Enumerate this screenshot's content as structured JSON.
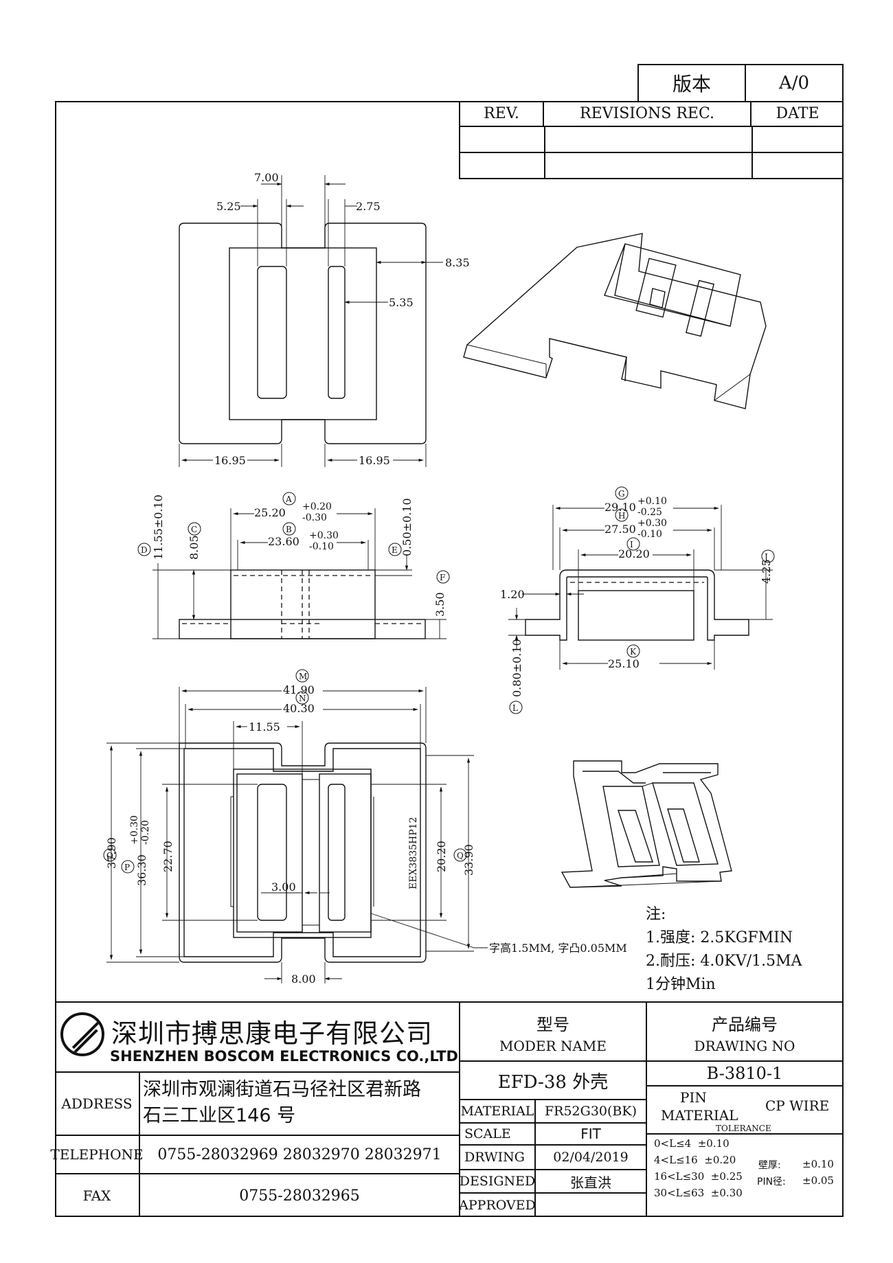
{
  "version_box": {
    "label": "版本",
    "value": "A/0"
  },
  "revision_table": {
    "col_rev": "REV.",
    "col_rec": "REVISIONS REC.",
    "col_date": "DATE"
  },
  "dims_top": {
    "d1": "7.00",
    "d2": "5.25",
    "d3": "2.75",
    "d4": "8.35",
    "d5": "5.35",
    "d6": "16.95",
    "d7": "16.95"
  },
  "dims_side": {
    "a": "25.20",
    "a_tol_up": "+0.20",
    "a_tol_dn": "-0.30",
    "b": "23.60",
    "b_tol_up": "+0.30",
    "b_tol_dn": "-0.10",
    "c": "11.55±0.10",
    "d": "8.05",
    "e": "0.50±0.10",
    "f": "3.50"
  },
  "dims_front": {
    "g": "29.10",
    "g_tol_up": "+0.10",
    "g_tol_dn": "-0.25",
    "h": "27.50",
    "h_tol_up": "+0.30",
    "h_tol_dn": "-0.10",
    "i": "20.20",
    "j": "4.25",
    "k": "1.20",
    "l": "25.10",
    "m": "0.80±0.10"
  },
  "dims_bottom": {
    "m": "41.90",
    "n": "40.30",
    "o": "11.55",
    "p": "37.90",
    "q": "36.30",
    "q_tol_up": "+0.30",
    "q_tol_dn": "-0.20",
    "r": "22.70",
    "s": "3.00",
    "t": "20.20",
    "u": "33.90",
    "v": "8.00",
    "marking": "EEX3835HP12",
    "marking_note": "字高1.5MM, 字凸0.05MM"
  },
  "callouts": [
    "A",
    "B",
    "C",
    "D",
    "E",
    "F",
    "G",
    "H",
    "I",
    "J",
    "K",
    "L",
    "M",
    "N",
    "O",
    "P",
    "Q"
  ],
  "notes": {
    "title": "注:",
    "l1": "1.强度: 2.5KGFMIN",
    "l2": "2.耐压: 4.0KV/1.5MA",
    "l3": "1分钟Min"
  },
  "company": {
    "name_cn": "深圳市搏思康电子有限公司",
    "name_en": "SHENZHEN BOSCOM ELECTRONICS CO.,LTD"
  },
  "address": {
    "label": "ADDRESS",
    "line1": "深圳市观澜街道石马径社区君新路",
    "line2": "石三工业区146 号"
  },
  "telephone": {
    "label": "TELEPHONE",
    "value": "0755-28032969 28032970 28032971"
  },
  "fax": {
    "label": "FAX",
    "value": "0755-28032965"
  },
  "model": {
    "label_cn": "型号",
    "label_en": "MODER NAME",
    "value": "EFD-38 外壳"
  },
  "drawing_no": {
    "label_cn": "产品编号",
    "label_en": "DRAWING NO",
    "value": "B-3810-1"
  },
  "material": {
    "label": "MATERIAL",
    "value": "FR52G30(BK)"
  },
  "scale": {
    "label": "SCALE",
    "value": "FIT"
  },
  "drwing": {
    "label": "DRWING",
    "value": "02/04/2019"
  },
  "designed": {
    "label": "DESIGNED",
    "value": "张直洪"
  },
  "approved": {
    "label": "APPROVED",
    "value": ""
  },
  "pin_material": {
    "label_1": "PIN",
    "label_2": "MATERIAL",
    "value": "CP WIRE"
  },
  "tolerance": {
    "label": "TOLERANCE",
    "rows": [
      "0<L≤4  ±0.10",
      "4<L≤16  ±0.20",
      "16<L≤30  ±0.25",
      "30<L≤63  ±0.30"
    ],
    "wall_label": "壁厚:",
    "wall_value": "±0.10",
    "pin_label": "PIN径:",
    "pin_value": "±0.05"
  }
}
